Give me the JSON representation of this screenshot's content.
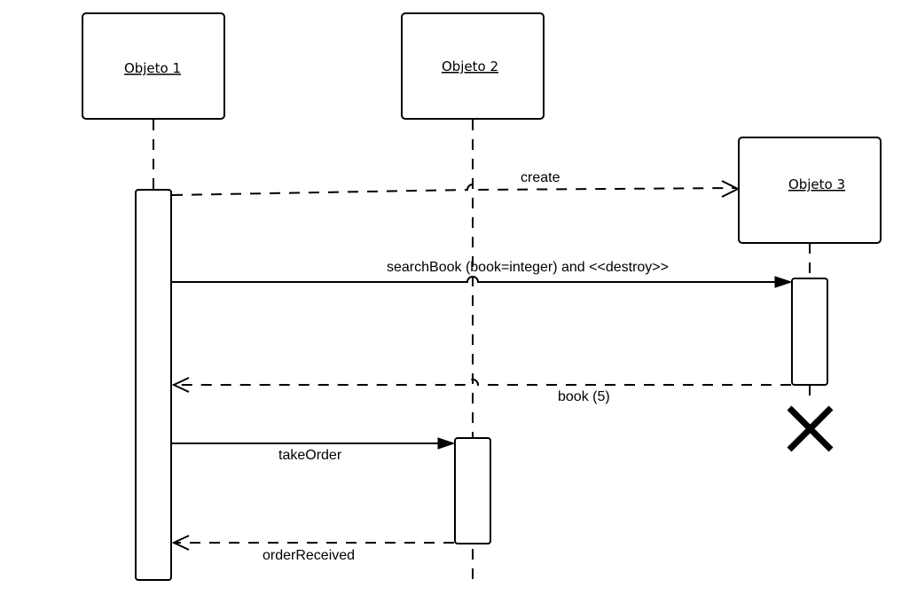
{
  "objects": [
    {
      "id": "obj1",
      "label": "Objeto 1"
    },
    {
      "id": "obj2",
      "label": "Objeto 2"
    },
    {
      "id": "obj3",
      "label": "Objeto 3"
    }
  ],
  "messages": [
    {
      "id": "create",
      "label": "create",
      "style": "dashed-open"
    },
    {
      "id": "searchbook",
      "label": "searchBook  (book=integer) and <<destroy>>",
      "style": "solid-filled"
    },
    {
      "id": "book-return",
      "label": "book (5)",
      "style": "dashed-open"
    },
    {
      "id": "takeorder",
      "label": "takeOrder",
      "style": "solid-filled"
    },
    {
      "id": "orderreceived",
      "label": "orderReceived",
      "style": "dashed-open"
    }
  ]
}
